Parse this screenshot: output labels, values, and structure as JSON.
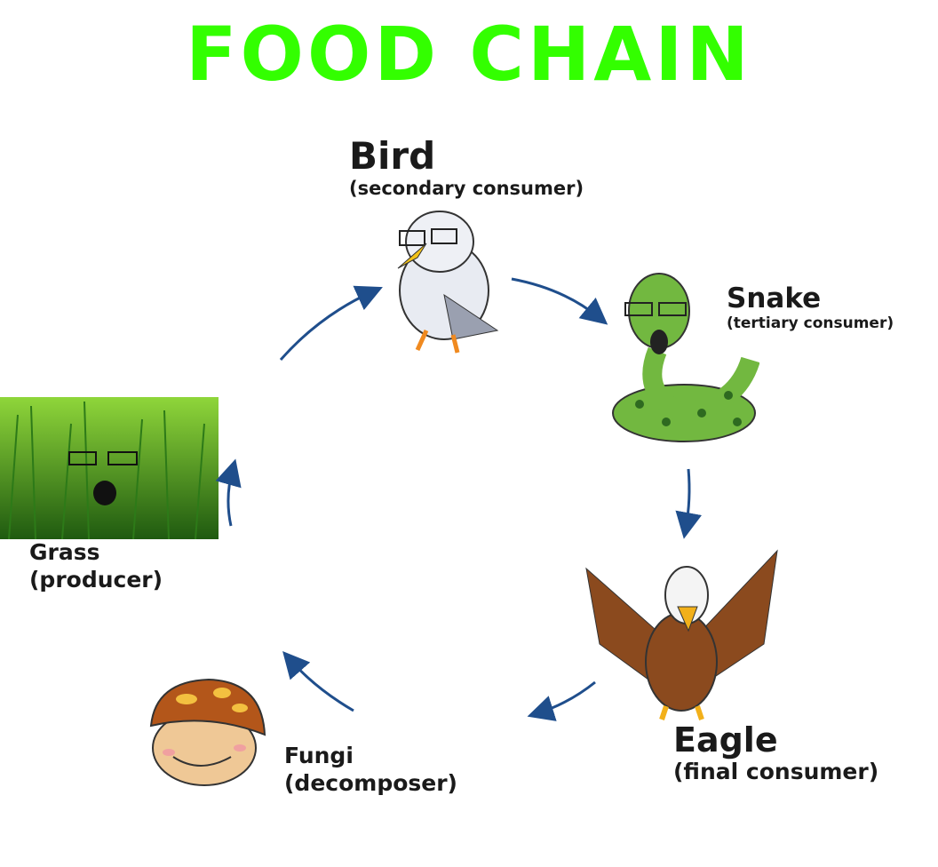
{
  "title": "FOOD CHAIN",
  "colors": {
    "title": "#33ff00",
    "arrow": "#1f4e8c"
  },
  "nodes": {
    "bird": {
      "name": "Bird",
      "role": "(secondary consumer)"
    },
    "snake": {
      "name": "Snake",
      "role": "(tertiary consumer)"
    },
    "eagle": {
      "name": "Eagle",
      "role": "(final consumer)"
    },
    "fungi": {
      "name": "Fungi",
      "role": "(decomposer)"
    },
    "grass": {
      "name": "Grass",
      "role": "(producer)"
    }
  }
}
